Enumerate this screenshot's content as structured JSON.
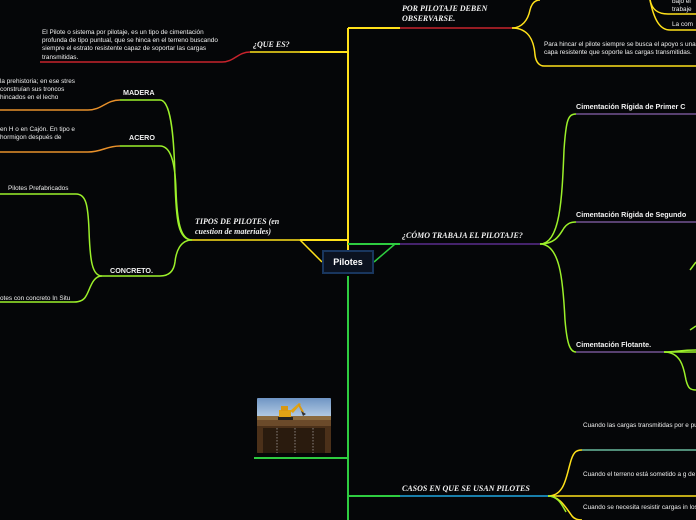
{
  "center": {
    "label": "Pilotes"
  },
  "que_es": {
    "title": "¿QUE ES?",
    "text": "El Pilote o sistema por pilotaje, es un tipo de cimentación profunda de tipo puntual, que se hinca en el terreno buscando siempre el estrato resistente capaz de soportar las cargas transmitidas."
  },
  "observar": {
    "title": "POR PILOTAJE DEBEN OBSERVARSE.",
    "right_top": "bajo el trabaje",
    "right_mid": "La com",
    "text": "Para hincar el pilote siempre se busca el apoyo s una capa resistente que soporte las cargas transmitidas."
  },
  "tipos": {
    "title": "TIPOS DE PILOTES (en cuestion de materiales)",
    "madera": {
      "label": "MADERA",
      "text": "la prehistoria; en ese stres construían sus troncos hincados en el lecho"
    },
    "acero": {
      "label": "ACERO",
      "text": "en H o en Cajón. En tipo e hormigon después de"
    },
    "concreto": {
      "label": "CONCRETO.",
      "pre": "Pilotes Prefabricados",
      "insitu": "otes con concreto In Situ"
    }
  },
  "como": {
    "title": "¿CÓMO TRABAJA EL PILOTAJE?",
    "primer": "Cimentación Rígida de Primer C",
    "segundo": "Cimentación Rígida de Segundo",
    "flotante": "Cimentación Flotante."
  },
  "casos": {
    "title": "CASOS EN QUE SE USAN PILOTES",
    "c1": "Cuando las cargas transmitidas por e pueden distribuir adecuadamente en superficial excediendo la capacidad",
    "c2": "Cuando el terreno está sometido a g de temperatura por hinchamientos y producidos con arcillas expansivas.",
    "c3": "Cuando se necesita resistir cargas in los muros de contención de los muel"
  },
  "image": {
    "icon": "excavator-icon"
  },
  "colors": {
    "trunk": "#2ecc40",
    "yellow": "#ffe11a",
    "lime": "#9cf02a",
    "purple": "#5b2d8e",
    "blue": "#1ea6e0",
    "red": "#c8232c",
    "orange": "#e8902a"
  }
}
